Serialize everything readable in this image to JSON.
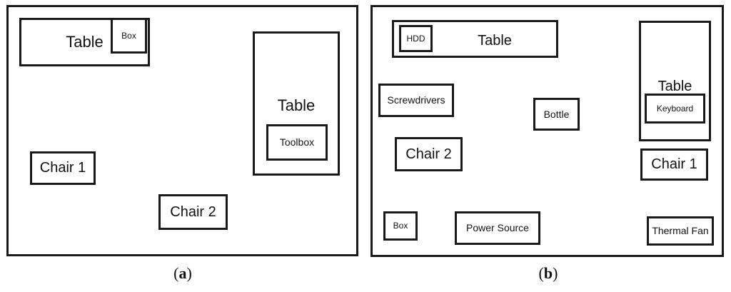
{
  "figure": {
    "ink_color": "#1a1a1a",
    "background_color": "#ffffff",
    "panels": [
      {
        "id": "a",
        "caption_open_paren": "(",
        "caption_letter": "a",
        "caption_close_paren": ")",
        "objects": [
          {
            "name": "table-top-left",
            "label": "Table"
          },
          {
            "name": "box-on-table",
            "label": "Box"
          },
          {
            "name": "table-right",
            "label": "Table"
          },
          {
            "name": "toolbox-on-table",
            "label": "Toolbox"
          },
          {
            "name": "chair-1",
            "label": "Chair 1"
          },
          {
            "name": "chair-2",
            "label": "Chair 2"
          }
        ]
      },
      {
        "id": "b",
        "caption_open_paren": "(",
        "caption_letter": "b",
        "caption_close_paren": ")",
        "objects": [
          {
            "name": "table-top",
            "label": "Table"
          },
          {
            "name": "hdd-on-table",
            "label": "HDD"
          },
          {
            "name": "screwdrivers",
            "label": "Screwdrivers"
          },
          {
            "name": "bottle",
            "label": "Bottle"
          },
          {
            "name": "table-right",
            "label": "Table"
          },
          {
            "name": "keyboard-on-table",
            "label": "Keyboard"
          },
          {
            "name": "chair-2",
            "label": "Chair 2"
          },
          {
            "name": "chair-1",
            "label": "Chair 1"
          },
          {
            "name": "box",
            "label": "Box"
          },
          {
            "name": "power-source",
            "label": "Power Source"
          },
          {
            "name": "thermal-fan",
            "label": "Thermal Fan"
          }
        ]
      }
    ]
  }
}
